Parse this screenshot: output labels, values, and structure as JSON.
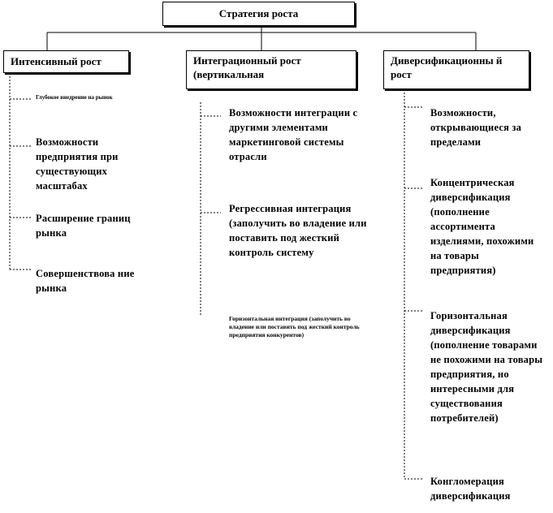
{
  "root": {
    "title": "Стратегия роста"
  },
  "columns": [
    {
      "title": "Интенсивный рост",
      "items": [
        "Глубокое внедрение на рынок",
        "Возможности предприятия при существующих масштабах",
        "Расширение границ рынка",
        "Совершенствова ние рынка"
      ]
    },
    {
      "title": "Интеграционный рост (вертикальная",
      "items": [
        "Возможности интеграции с другими элементами маркетинговой системы отрасли",
        "Регрессивная интеграция (заполучить во владение или поставить под жесткий контроль систему",
        "Горизонтальная интеграция (заполучить во владение или поставить под жесткий контроль предприятия конкурентов)"
      ]
    },
    {
      "title": "Диверсификационны й рост",
      "items": [
        "Возможности, открывающиеся за пределами",
        "Концентрическая диверсификация (пополнение ассортимента изделиями, похожими на товары предприятия)",
        "Горизонтальная диверсификация (пополнение товарами не похожими на товары предприятия, но интересными для существования потребителей)",
        "Конгломерация диверсификация"
      ]
    }
  ]
}
